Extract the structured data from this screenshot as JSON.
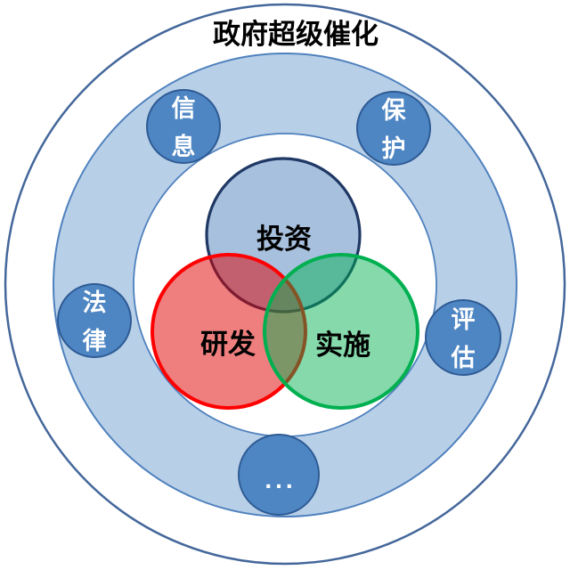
{
  "title": "政府超级催化",
  "colors": {
    "background": "#ffffff",
    "outer_circle_border": "#44679b",
    "ring_fill": "#b8cfe8",
    "ring_border": "#4f81bd",
    "satellite_fill": "#4e86c4",
    "satellite_border": "#2e5b94",
    "venn_blue_fill": "rgba(79,129,189,0.5)",
    "venn_blue_border": "#1f3864",
    "venn_red_fill": "rgba(224,0,0,0.5)",
    "venn_red_border": "#ff0000",
    "venn_green_fill": "rgba(0,176,80,0.48)",
    "venn_green_border": "#00b050"
  },
  "venn": {
    "circles": [
      {
        "label": "投资",
        "color_name": "blue"
      },
      {
        "label": "研发",
        "color_name": "red"
      },
      {
        "label": "实施",
        "color_name": "green"
      }
    ]
  },
  "ring": {
    "satellites": [
      {
        "label": "信息",
        "chars": [
          "信",
          "息"
        ]
      },
      {
        "label": "保护",
        "chars": [
          "保",
          "护"
        ]
      },
      {
        "label": "法律",
        "chars": [
          "法",
          "律"
        ]
      },
      {
        "label": "评估",
        "chars": [
          "评",
          "估"
        ]
      },
      {
        "label": "...",
        "chars": [
          "..."
        ]
      }
    ]
  }
}
